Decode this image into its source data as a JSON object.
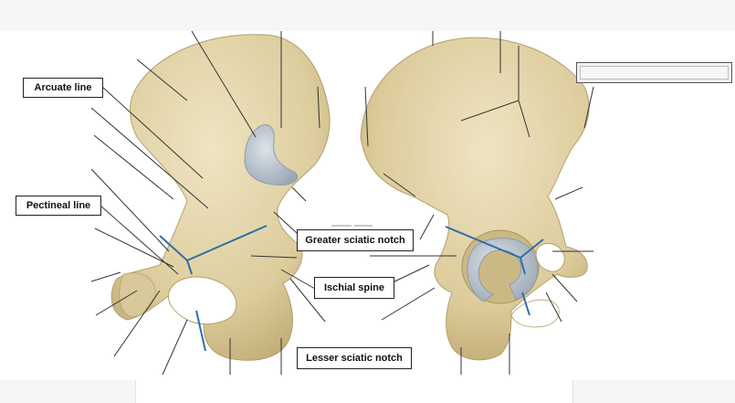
{
  "labels": {
    "arcuate_line": "Arcuate line",
    "pectineal_line": "Pectineal line",
    "greater_sciatic_notch": "Greater sciatic notch",
    "ischial_spine": "Ischial spine",
    "lesser_sciatic_notch": "Lesser sciatic notch"
  },
  "colors": {
    "bone": "#e6d9b0",
    "bone_shade": "#c8b682",
    "cartilage": "#b9c3cc",
    "leader": "#333333",
    "blue_line": "#2f6ea8"
  }
}
